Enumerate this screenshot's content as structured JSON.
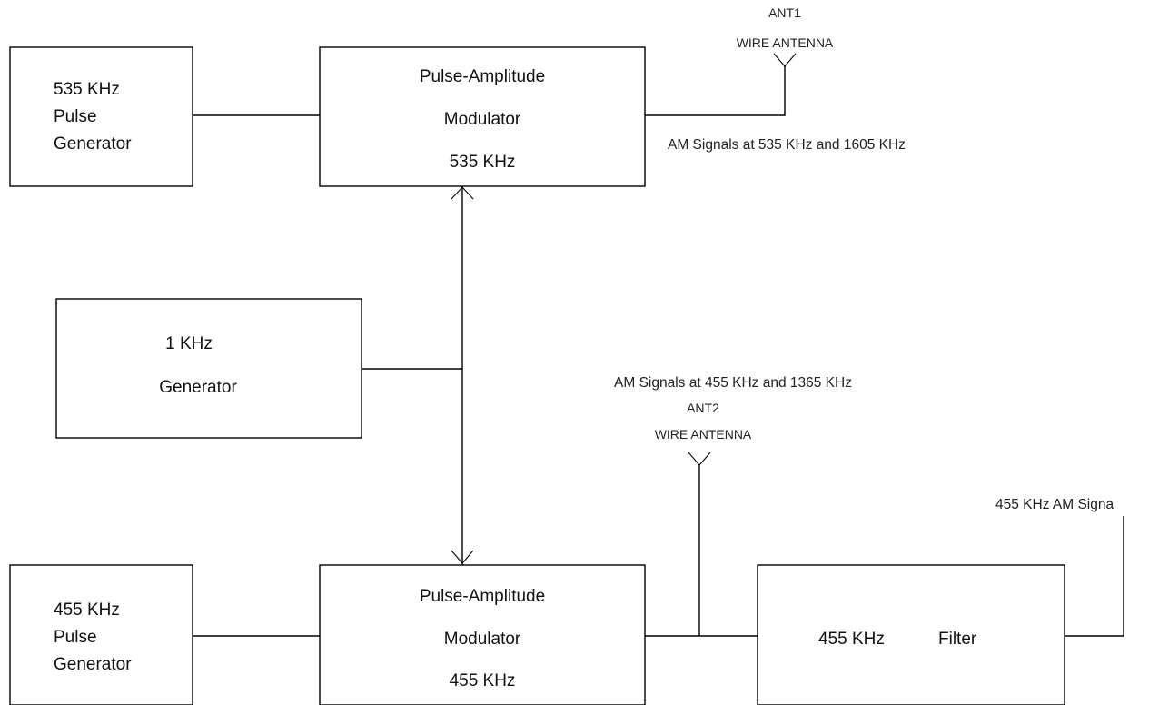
{
  "blocks": {
    "pulse_gen_535": {
      "lines": [
        "535 KHz",
        "Pulse",
        "Generator"
      ]
    },
    "pam_535": {
      "lines": [
        "Pulse-Amplitude",
        "Modulator",
        "535 KHz"
      ]
    },
    "gen_1k": {
      "lines": [
        "1 KHz",
        "Generator"
      ]
    },
    "pulse_gen_455": {
      "lines": [
        "455 KHz",
        "Pulse",
        "Generator"
      ]
    },
    "pam_455": {
      "lines": [
        "Pulse-Amplitude",
        "Modulator",
        "455 KHz"
      ]
    },
    "filter_455": {
      "label_a": "455 KHz",
      "label_b": "Filter"
    }
  },
  "antennas": {
    "ant1": {
      "designator": "ANT1",
      "type": "WIRE ANTENNA"
    },
    "ant2": {
      "designator": "ANT2",
      "type": "WIRE ANTENNA"
    }
  },
  "signals": {
    "output_535": "AM Signals at 535 KHz and 1605 KHz",
    "output_455": "AM Signals at 455 KHz and 1365 KHz",
    "filter_output": "455 KHz AM Signa"
  }
}
